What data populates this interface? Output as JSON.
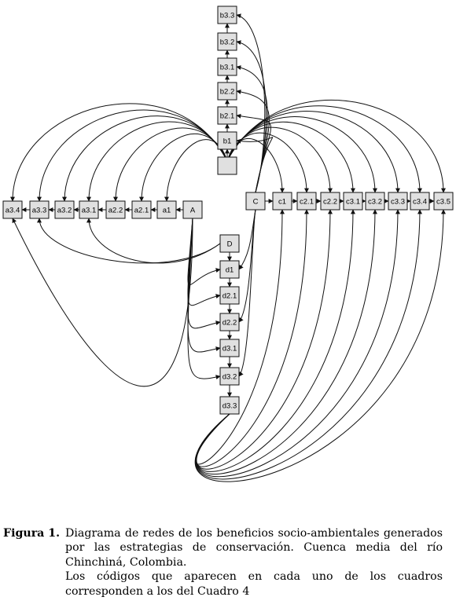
{
  "diagram": {
    "nodes": [
      {
        "id": "b3.3",
        "label": "b3.3"
      },
      {
        "id": "b3.2",
        "label": "b3.2"
      },
      {
        "id": "b3.1",
        "label": "b3.1"
      },
      {
        "id": "b2.2",
        "label": "b2.2"
      },
      {
        "id": "b2.1",
        "label": "b2.1"
      },
      {
        "id": "b1",
        "label": "b1"
      },
      {
        "id": "B",
        "label": ""
      },
      {
        "id": "a3.4",
        "label": "a3.4"
      },
      {
        "id": "a3.3",
        "label": "a3.3"
      },
      {
        "id": "a3.2",
        "label": "a3.2"
      },
      {
        "id": "a3.1",
        "label": "a3.1"
      },
      {
        "id": "a2.2",
        "label": "a2.2"
      },
      {
        "id": "a2.1",
        "label": "a2.1"
      },
      {
        "id": "a1",
        "label": "a1"
      },
      {
        "id": "A",
        "label": "A"
      },
      {
        "id": "C",
        "label": "C"
      },
      {
        "id": "c1",
        "label": "c1"
      },
      {
        "id": "c2.1",
        "label": "c2.1"
      },
      {
        "id": "c2.2",
        "label": "c2.2"
      },
      {
        "id": "c3.1",
        "label": "c3.1"
      },
      {
        "id": "c3.2",
        "label": "c3.2"
      },
      {
        "id": "c3.3",
        "label": "c3.3"
      },
      {
        "id": "c3.4",
        "label": "c3.4"
      },
      {
        "id": "c3.5",
        "label": "c3.5"
      },
      {
        "id": "D",
        "label": "D"
      },
      {
        "id": "d1",
        "label": "d1"
      },
      {
        "id": "d2.1",
        "label": "d2.1"
      },
      {
        "id": "d2.2",
        "label": "d2.2"
      },
      {
        "id": "d3.1",
        "label": "d3.1"
      },
      {
        "id": "d3.2",
        "label": "d3.2"
      },
      {
        "id": "d3.3",
        "label": "d3.3"
      }
    ],
    "edges": [
      [
        "A",
        "a1"
      ],
      [
        "a1",
        "a2.1"
      ],
      [
        "a2.1",
        "a2.2"
      ],
      [
        "a2.2",
        "a3.1"
      ],
      [
        "a3.1",
        "a3.2"
      ],
      [
        "a3.2",
        "a3.3"
      ],
      [
        "a3.3",
        "a3.4"
      ],
      [
        "B",
        "b1"
      ],
      [
        "b1",
        "b2.1"
      ],
      [
        "b2.1",
        "b2.2"
      ],
      [
        "b2.2",
        "b3.1"
      ],
      [
        "b3.1",
        "b3.2"
      ],
      [
        "b3.2",
        "b3.3"
      ],
      [
        "C",
        "c1"
      ],
      [
        "c1",
        "c2.1"
      ],
      [
        "c2.1",
        "c2.2"
      ],
      [
        "c2.2",
        "c3.1"
      ],
      [
        "c3.1",
        "c3.2"
      ],
      [
        "c3.2",
        "c3.3"
      ],
      [
        "c3.3",
        "c3.4"
      ],
      [
        "c3.4",
        "c3.5"
      ],
      [
        "D",
        "d1"
      ],
      [
        "d1",
        "d2.1"
      ],
      [
        "d2.1",
        "d2.2"
      ],
      [
        "d2.2",
        "d3.1"
      ],
      [
        "d3.1",
        "d3.2"
      ],
      [
        "d3.2",
        "d3.3"
      ],
      [
        "B",
        "a3.4"
      ],
      [
        "B",
        "a3.3"
      ],
      [
        "B",
        "a3.2"
      ],
      [
        "B",
        "a3.1"
      ],
      [
        "B",
        "a2.2"
      ],
      [
        "B",
        "a2.1"
      ],
      [
        "B",
        "a1"
      ],
      [
        "B",
        "c1"
      ],
      [
        "B",
        "c2.1"
      ],
      [
        "B",
        "c2.2"
      ],
      [
        "B",
        "c3.1"
      ],
      [
        "B",
        "c3.2"
      ],
      [
        "B",
        "c3.3"
      ],
      [
        "B",
        "c3.4"
      ],
      [
        "B",
        "c3.5"
      ],
      [
        "C",
        "b3.3"
      ],
      [
        "C",
        "b3.2"
      ],
      [
        "C",
        "b3.1"
      ],
      [
        "C",
        "b2.2"
      ],
      [
        "C",
        "b2.1"
      ],
      [
        "C",
        "b1"
      ],
      [
        "C",
        "d1"
      ],
      [
        "C",
        "d2.2"
      ],
      [
        "C",
        "d3.2"
      ],
      [
        "D",
        "a3.3"
      ],
      [
        "D",
        "a3.1"
      ],
      [
        "A",
        "a3.4"
      ],
      [
        "A",
        "d1"
      ],
      [
        "A",
        "d2.1"
      ],
      [
        "A",
        "d2.2"
      ],
      [
        "A",
        "d3.1"
      ],
      [
        "A",
        "d3.2"
      ],
      [
        "d3.3",
        "c1"
      ],
      [
        "d3.3",
        "c2.1"
      ],
      [
        "d3.3",
        "c2.2"
      ],
      [
        "d3.3",
        "c3.1"
      ],
      [
        "d3.3",
        "c3.2"
      ],
      [
        "d3.3",
        "c3.3"
      ],
      [
        "d3.3",
        "c3.4"
      ],
      [
        "d3.3",
        "c3.5"
      ]
    ]
  },
  "caption": {
    "label": "Figura 1.",
    "text1": "Diagrama de redes de los beneficios socio-ambientales generados por las estrategias de conservación. Cuenca media del río Chinchiná, Colombia.",
    "text2": "Los códigos que aparecen en cada uno de los cuadros corresponden a los del Cuadro 4"
  }
}
